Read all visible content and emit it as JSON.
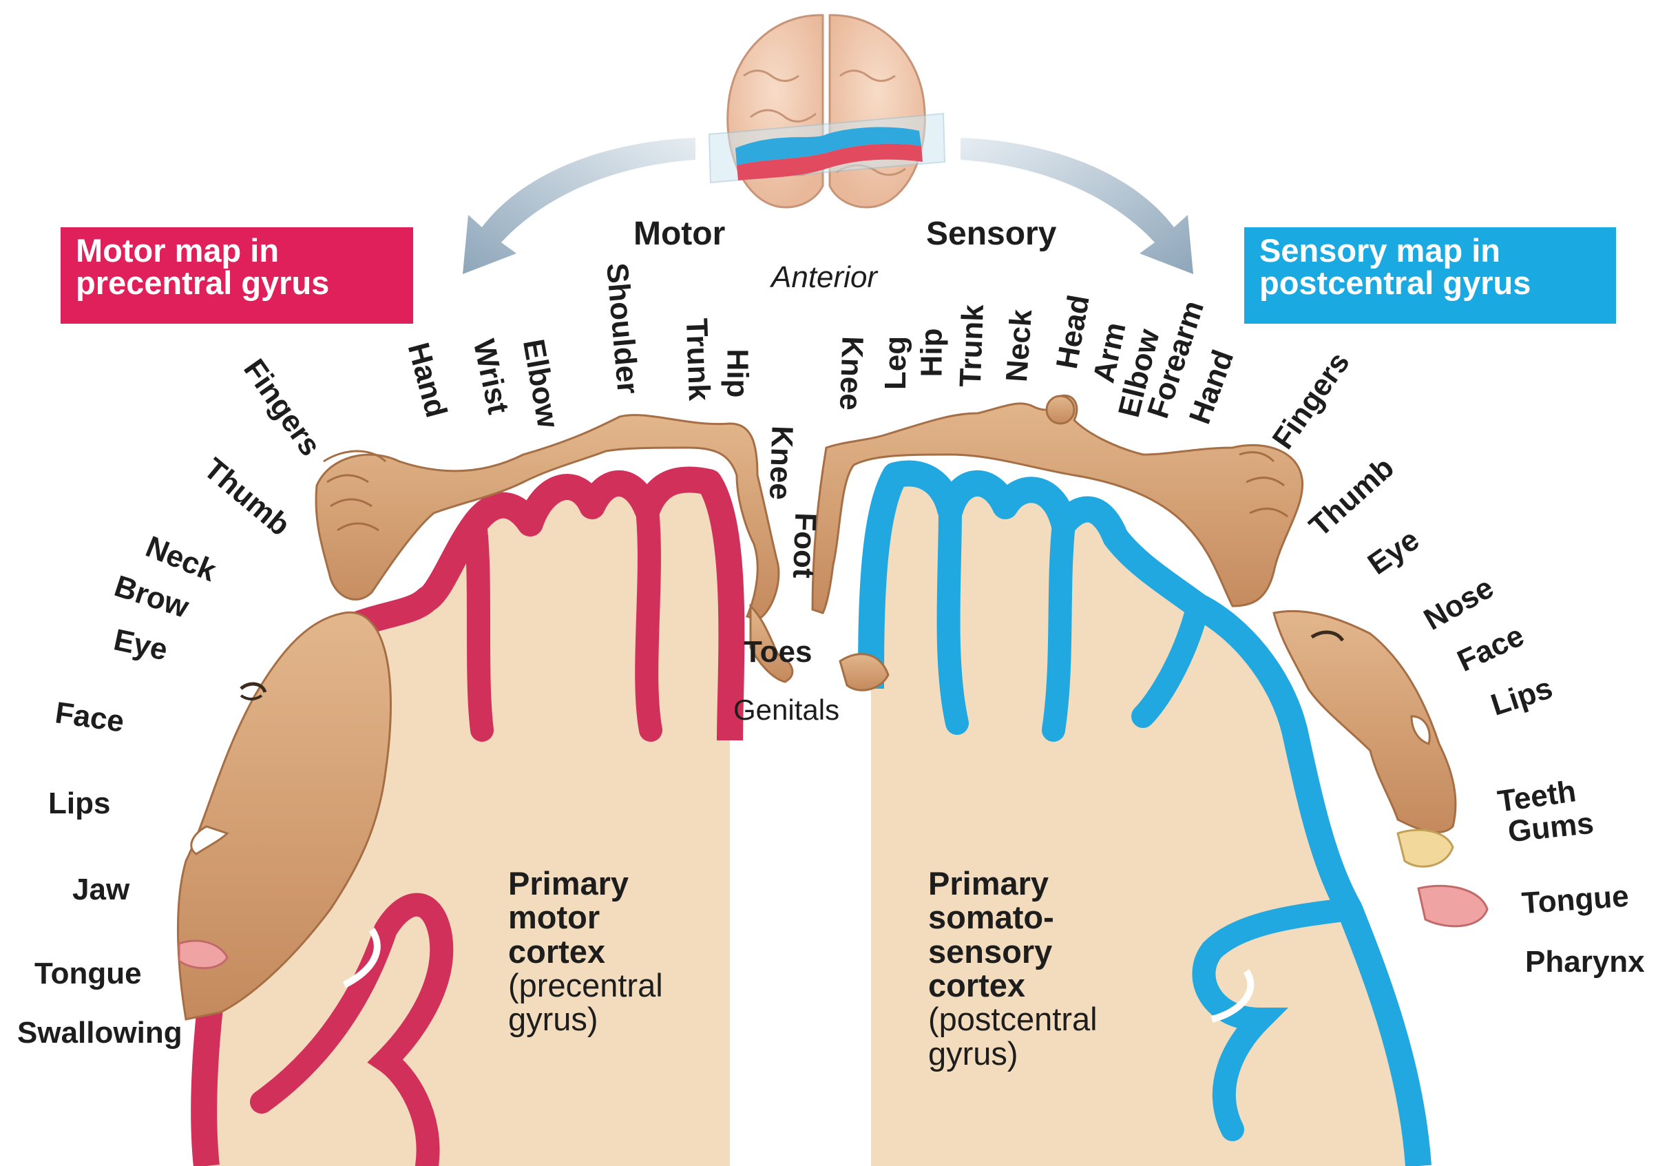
{
  "header": {
    "motor": "Motor",
    "sensory": "Sensory",
    "anterior": "Anterior"
  },
  "motor_box": {
    "line1": "Motor map in",
    "line2": "precentral gyrus",
    "color": "#e0205a"
  },
  "sensory_box": {
    "line1": "Sensory map in",
    "line2": "postcentral gyrus",
    "color": "#1ba9e1"
  },
  "motor_cortex_label": {
    "line1": "Primary",
    "line2": "motor",
    "line3": "cortex",
    "line4": "(precentral",
    "line5": "gyrus)"
  },
  "sensory_cortex_label": {
    "line1": "Primary",
    "line2": "somato-",
    "line3": "sensory",
    "line4": "cortex",
    "line5": "(postcentral",
    "line6": "gyrus)"
  },
  "motor_labels": {
    "swallowing": "Swallowing",
    "tongue": "Tongue",
    "jaw": "Jaw",
    "lips": "Lips",
    "face": "Face",
    "eye": "Eye",
    "brow": "Brow",
    "neck": "Neck",
    "thumb": "Thumb",
    "fingers": "Fingers",
    "hand": "Hand",
    "wrist": "Wrist",
    "elbow": "Elbow",
    "shoulder": "Shoulder",
    "trunk": "Trunk",
    "hip": "Hip",
    "knee": "Knee",
    "foot": "Foot",
    "toes": "Toes"
  },
  "sensory_labels": {
    "genitals": "Genitals",
    "knee": "Knee",
    "leg": "Leg",
    "hip": "Hip",
    "trunk": "Trunk",
    "neck": "Neck",
    "head": "Head",
    "arm": "Arm",
    "elbow": "Elbow",
    "forearm": "Forearm",
    "hand": "Hand",
    "fingers": "Fingers",
    "thumb": "Thumb",
    "eye": "Eye",
    "nose": "Nose",
    "face": "Face",
    "lips": "Lips",
    "teeth": "Teeth",
    "gums": "Gums",
    "tongue": "Tongue",
    "pharynx": "Pharynx"
  },
  "colors": {
    "motor_cortex": "#d1305a",
    "sensory_cortex": "#22a8e0",
    "brain_tissue": "#f2dcbd",
    "homunculus_skin": "#d9a57b",
    "arrow": "#9fb3c4"
  }
}
